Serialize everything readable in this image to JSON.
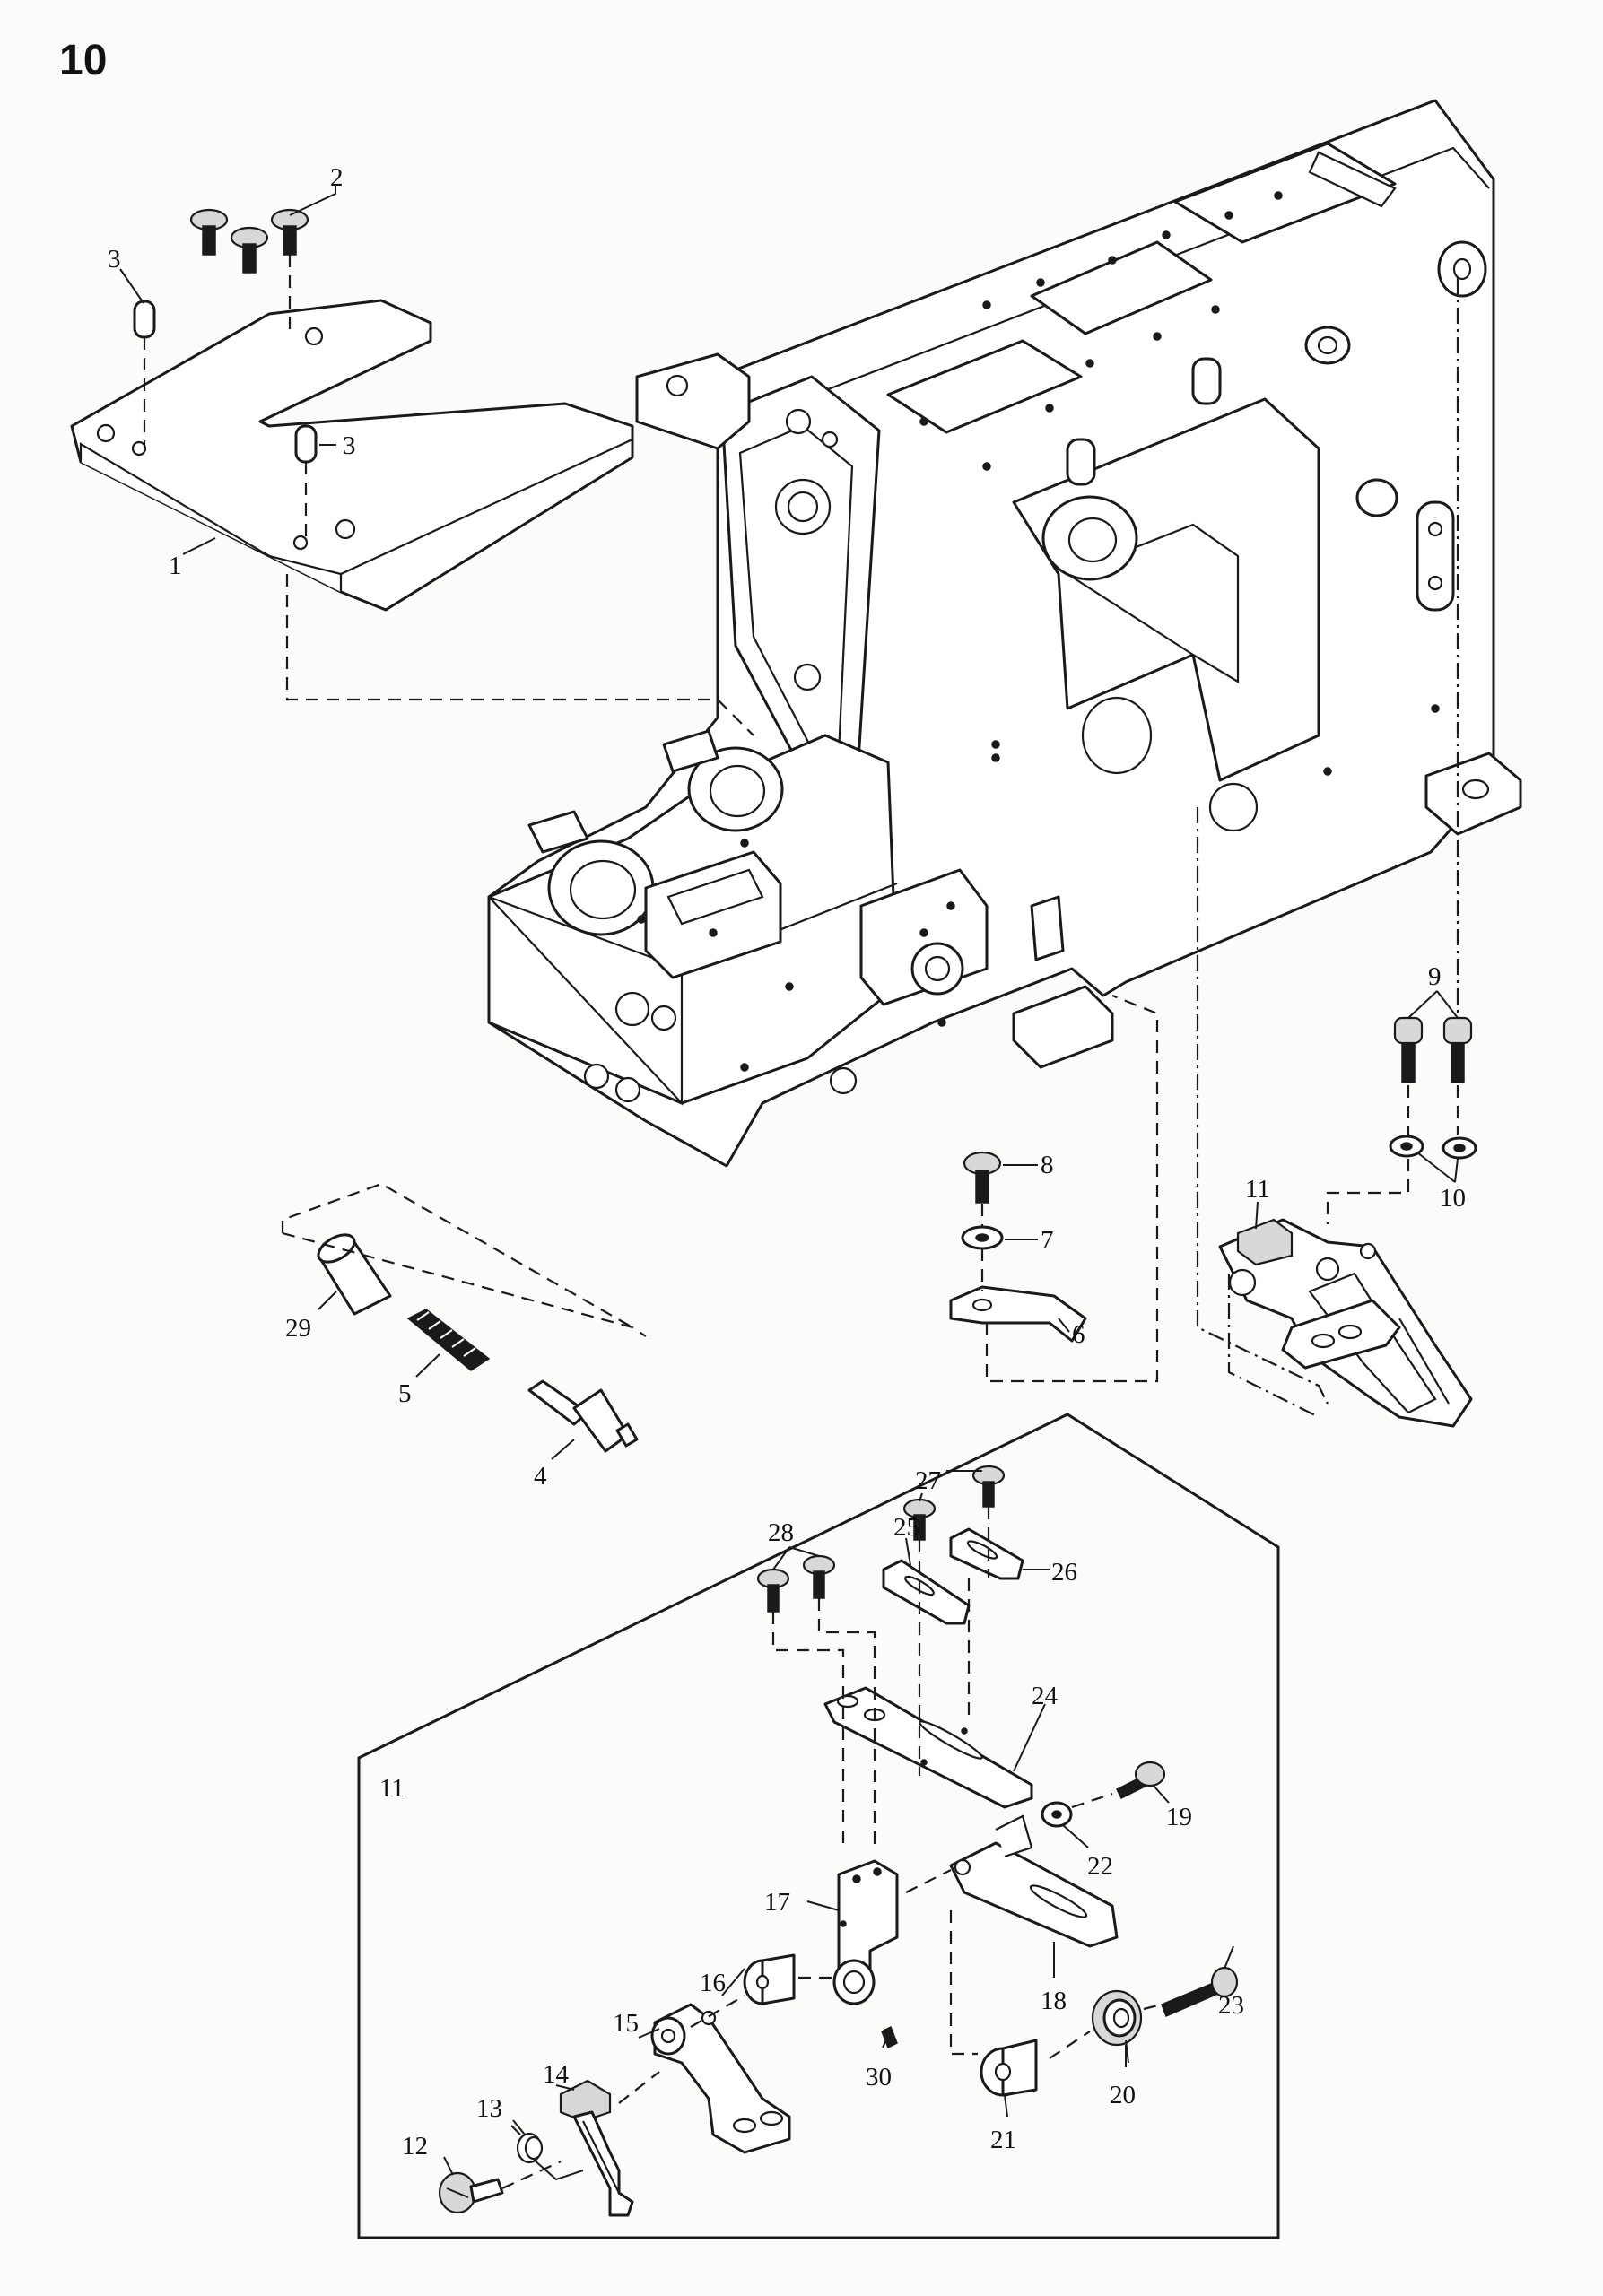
{
  "sheet_number": "10",
  "callouts": [
    {
      "id": "c2",
      "text": "2"
    },
    {
      "id": "c3a",
      "text": "3"
    },
    {
      "id": "c3b",
      "text": "3"
    },
    {
      "id": "c1",
      "text": "1"
    },
    {
      "id": "c9",
      "text": "9"
    },
    {
      "id": "c11a",
      "text": "11"
    },
    {
      "id": "c10",
      "text": "10"
    },
    {
      "id": "c8",
      "text": "8"
    },
    {
      "id": "c7",
      "text": "7"
    },
    {
      "id": "c6",
      "text": "6"
    },
    {
      "id": "c29",
      "text": "29"
    },
    {
      "id": "c5",
      "text": "5"
    },
    {
      "id": "c4",
      "text": "4"
    },
    {
      "id": "c27",
      "text": "27"
    },
    {
      "id": "c28",
      "text": "28"
    },
    {
      "id": "c25",
      "text": "25"
    },
    {
      "id": "c26",
      "text": "26"
    },
    {
      "id": "c24",
      "text": "24"
    },
    {
      "id": "c11b",
      "text": "11"
    },
    {
      "id": "c19",
      "text": "19"
    },
    {
      "id": "c22",
      "text": "22"
    },
    {
      "id": "c17",
      "text": "17"
    },
    {
      "id": "c18",
      "text": "18"
    },
    {
      "id": "c16",
      "text": "16"
    },
    {
      "id": "c23",
      "text": "23"
    },
    {
      "id": "c15",
      "text": "15"
    },
    {
      "id": "c14",
      "text": "14"
    },
    {
      "id": "c13",
      "text": "13"
    },
    {
      "id": "c30",
      "text": "30"
    },
    {
      "id": "c20",
      "text": "20"
    },
    {
      "id": "c21",
      "text": "21"
    },
    {
      "id": "c12",
      "text": "12"
    }
  ]
}
